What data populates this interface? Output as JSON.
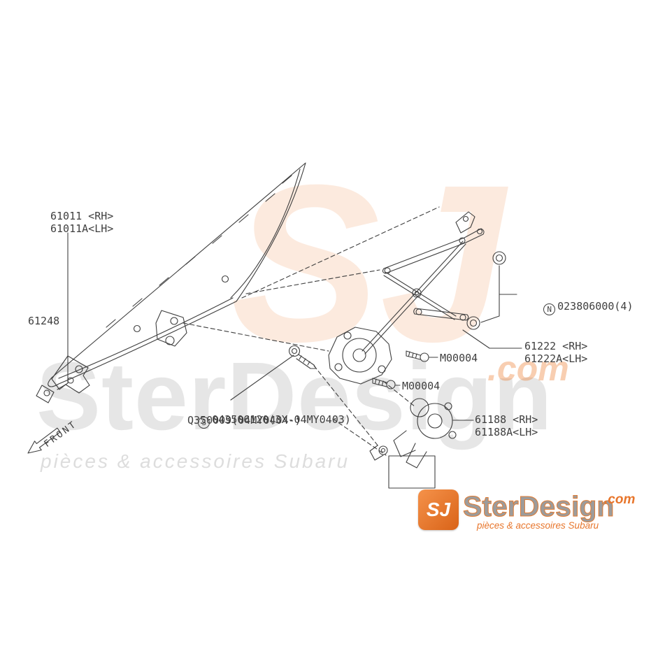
{
  "colors": {
    "accent_orange": "#e8762c",
    "line": "#3f3f3f",
    "label_text": "#3f3f3f"
  },
  "labels": {
    "glass_rh": "61011 <RH>",
    "glass_lh": "61011A<LH>",
    "glass_run": "61248",
    "nut_symbol": "N",
    "nut_part": "023806000(4)",
    "regulator_rh": "61222 <RH>",
    "regulator_lh": "61222A<LH>",
    "bolt_upper": "M00004",
    "bolt_lower": "M00004",
    "screw_symbol": "S",
    "screw_part_early": "043506120(3X-04MY0403)",
    "screw_part_late": "Q350009(04MY0404-)",
    "motor_rh": "61188 <RH>",
    "motor_lh": "61188A<LH>",
    "front_arrow": "FRONT"
  },
  "watermark": {
    "monogram": "SJ",
    "brand": "SterDesign",
    "domain": ".com",
    "tagline": "pièces & accessoires Subaru"
  },
  "logo": {
    "monogram": "SJ",
    "brand": "SterDesign",
    "domain": ".com",
    "tagline": "pièces & accessoires Subaru"
  }
}
